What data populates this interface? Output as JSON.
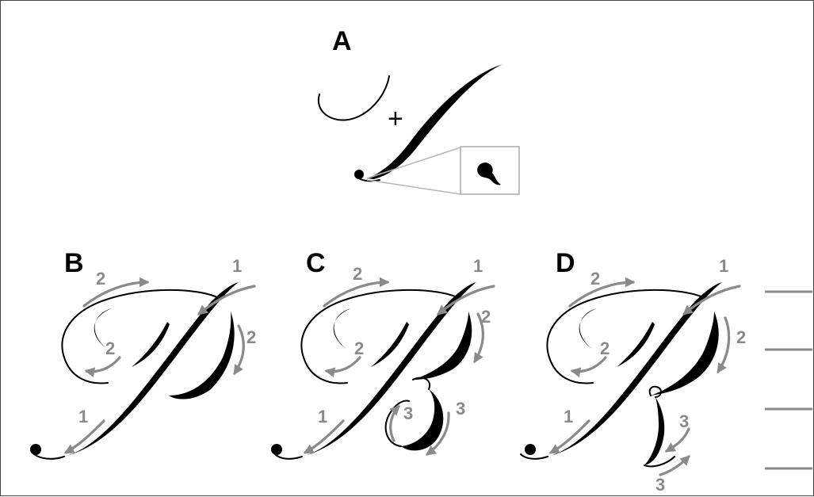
{
  "panels": [
    {
      "label": "A",
      "symbol": "+"
    },
    {
      "label": "B",
      "stroke_numbers": [
        "1",
        "2",
        "2",
        "2",
        "1"
      ]
    },
    {
      "label": "C",
      "stroke_numbers": [
        "1",
        "2",
        "2",
        "2",
        "1",
        "3",
        "3"
      ]
    },
    {
      "label": "D",
      "stroke_numbers": [
        "1",
        "2",
        "2",
        "2",
        "1",
        "3",
        "3"
      ]
    }
  ],
  "colors": {
    "ink": "#000000",
    "arrows": "#8a8a8a",
    "guides": "#8a8a8a",
    "frame": "#444444"
  },
  "guide_lines_count": 4
}
